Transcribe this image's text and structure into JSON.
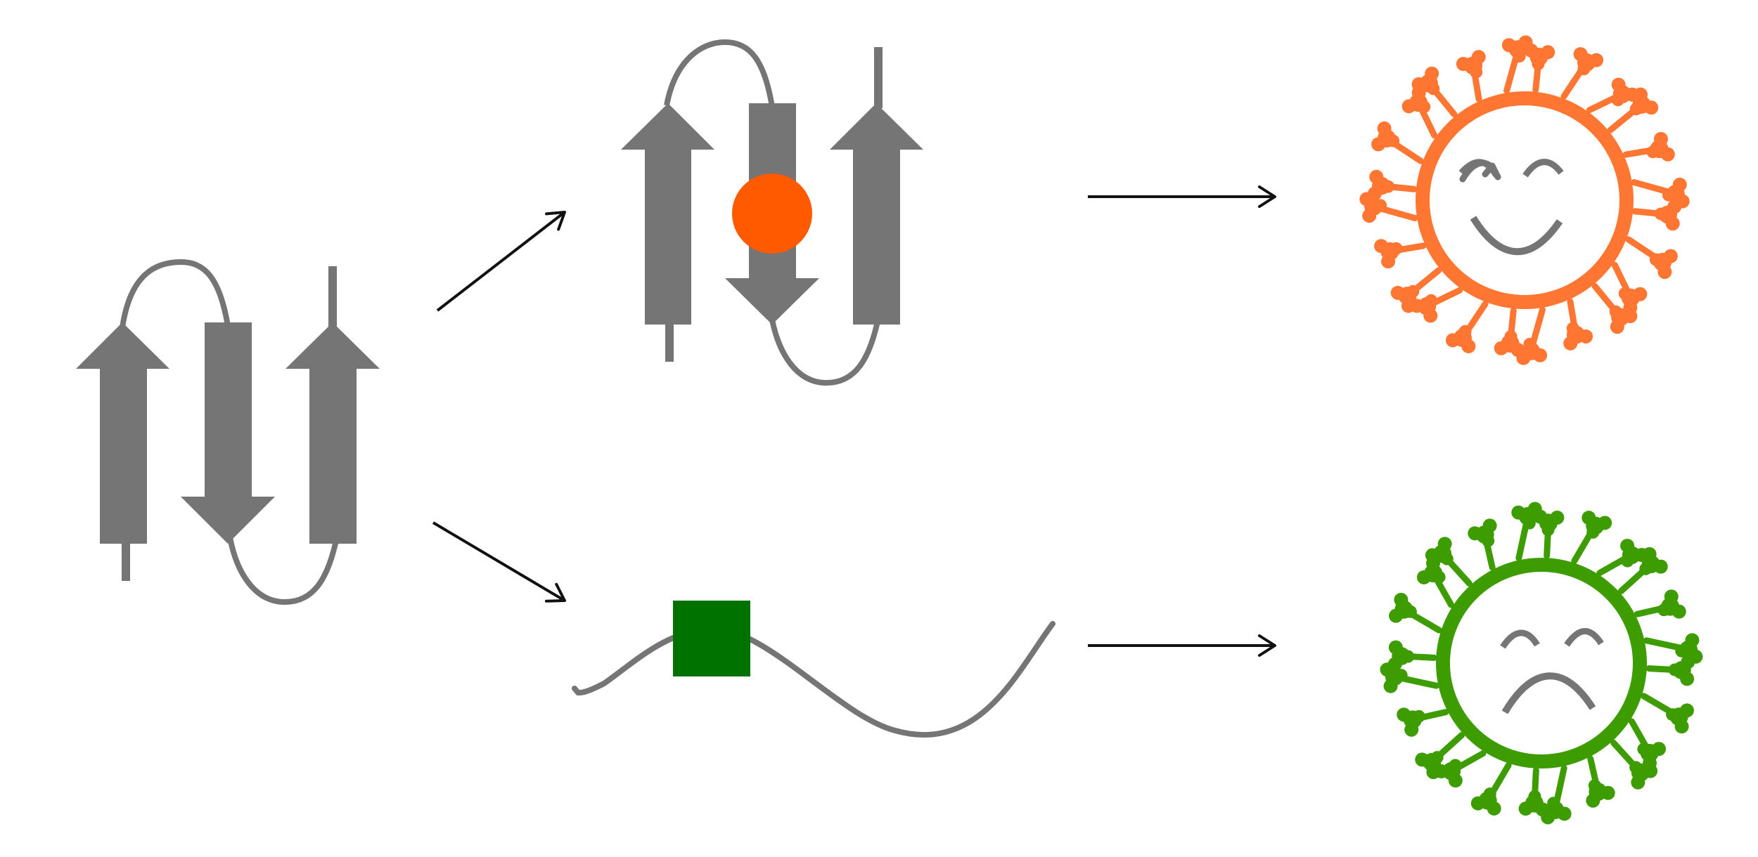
{
  "diagram": {
    "colors": {
      "background": "#ffffff",
      "strand": "#757575",
      "ligand_circle": "#ff5a00",
      "ligand_square": "#007200",
      "arrow": "#111111",
      "virus_happy": "#ff7632",
      "virus_sad": "#3d9c00",
      "virus_face_fill": "#ffffff",
      "face_features": "#757575"
    },
    "nodes": [
      {
        "id": "unbound-beta-sheet",
        "kind": "three-strand antiparallel beta sheet"
      },
      {
        "id": "circle-bound-folded-sheet",
        "kind": "beta sheet with bound round ligand"
      },
      {
        "id": "square-bound-unfolded-chain",
        "kind": "unfolded chain with bound square ligand"
      },
      {
        "id": "happy-virus",
        "kind": "virus particle with smiling face"
      },
      {
        "id": "sad-virus",
        "kind": "virus particle with frowning face"
      }
    ],
    "edges": [
      {
        "from": "unbound-beta-sheet",
        "to": "circle-bound-folded-sheet"
      },
      {
        "from": "unbound-beta-sheet",
        "to": "square-bound-unfolded-chain"
      },
      {
        "from": "circle-bound-folded-sheet",
        "to": "happy-virus"
      },
      {
        "from": "square-bound-unfolded-chain",
        "to": "sad-virus"
      }
    ],
    "icons": {
      "happy_face": "smile",
      "sad_face": "frown"
    }
  }
}
